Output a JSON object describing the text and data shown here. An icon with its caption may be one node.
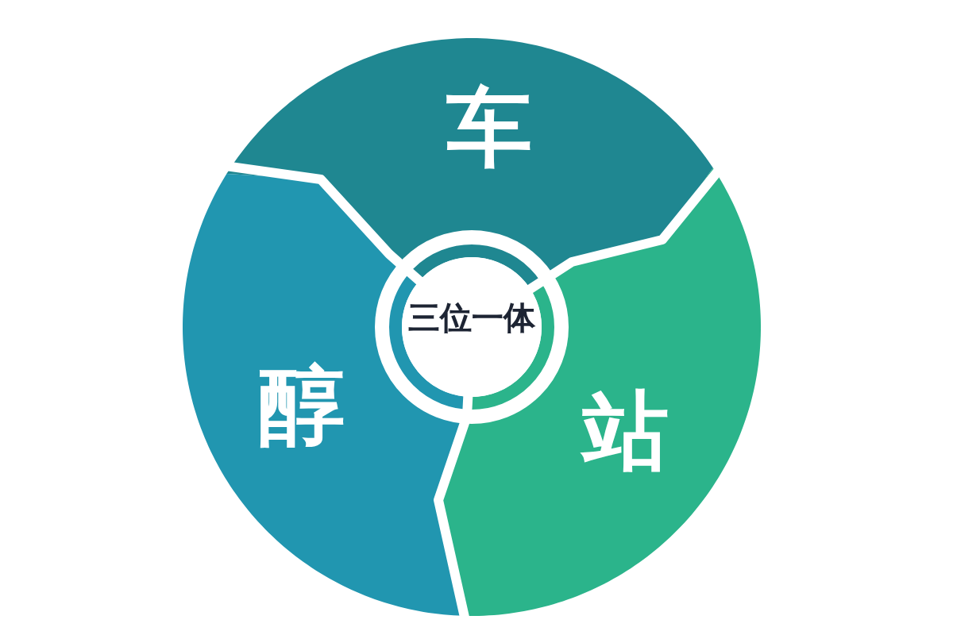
{
  "diagram": {
    "nodes": [
      {
        "text": [
          "车"
        ]
      },
      {
        "text": [
          "三位一体"
        ]
      },
      {
        "text": [
          "醇"
        ]
      },
      {
        "text": [
          "站"
        ]
      }
    ]
  }
}
